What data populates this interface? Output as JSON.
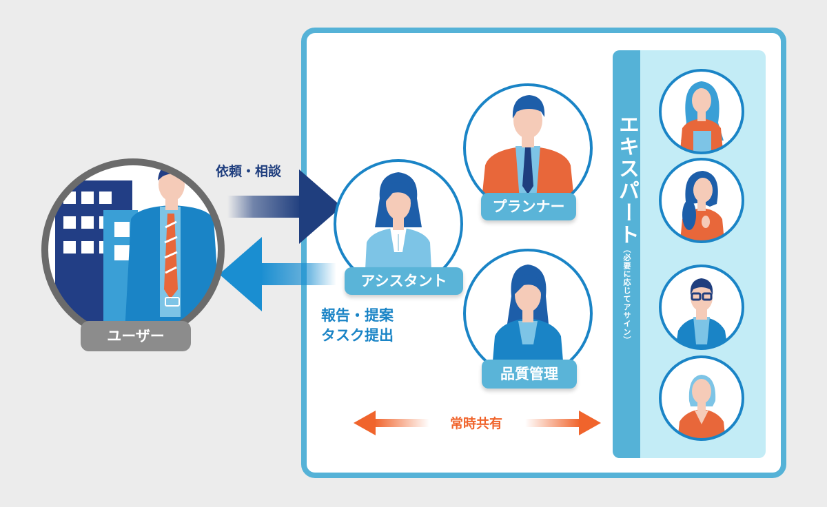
{
  "user": {
    "label": "ユーザー"
  },
  "roles": {
    "assistant": "アシスタント",
    "planner": "プランナー",
    "quality": "品質管理"
  },
  "arrows": {
    "request_label": "依頼・相談",
    "report_line1": "報告・提案",
    "report_line2": "タスク提出",
    "share_label": "常時共有"
  },
  "experts": {
    "title": "エキスパート",
    "subtitle": "（必要に応じてアサイン）",
    "count": 4
  },
  "colors": {
    "panel_border": "#55b2d7",
    "navy_arrow": "#1f3e7e",
    "blue_arrow": "#1a8ed1",
    "orange_arrow": "#f0642c",
    "user_ring": "#6b6b6b",
    "role_ring": "#1a84c6"
  }
}
